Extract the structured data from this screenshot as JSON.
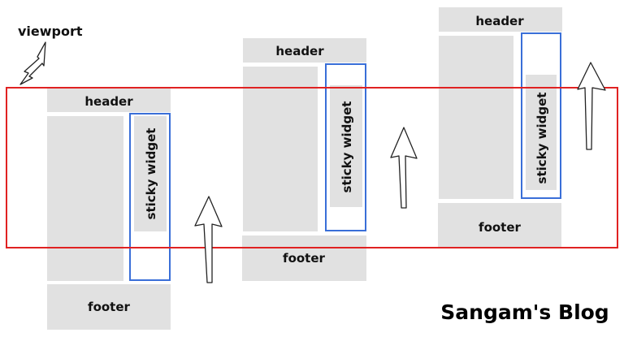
{
  "labels": {
    "viewport": "viewport",
    "header": "header",
    "footer": "footer",
    "sticky_widget": "sticky widget",
    "blog_title": "Sangam's Blog"
  },
  "colors": {
    "viewport_border": "#e02222",
    "sticky_border": "#3a6fd8",
    "block_fill": "#e1e1e1"
  },
  "icons": {
    "scroll_arrow": "up-arrow-icon",
    "viewport_pointer": "pointer-arrow-icon"
  }
}
